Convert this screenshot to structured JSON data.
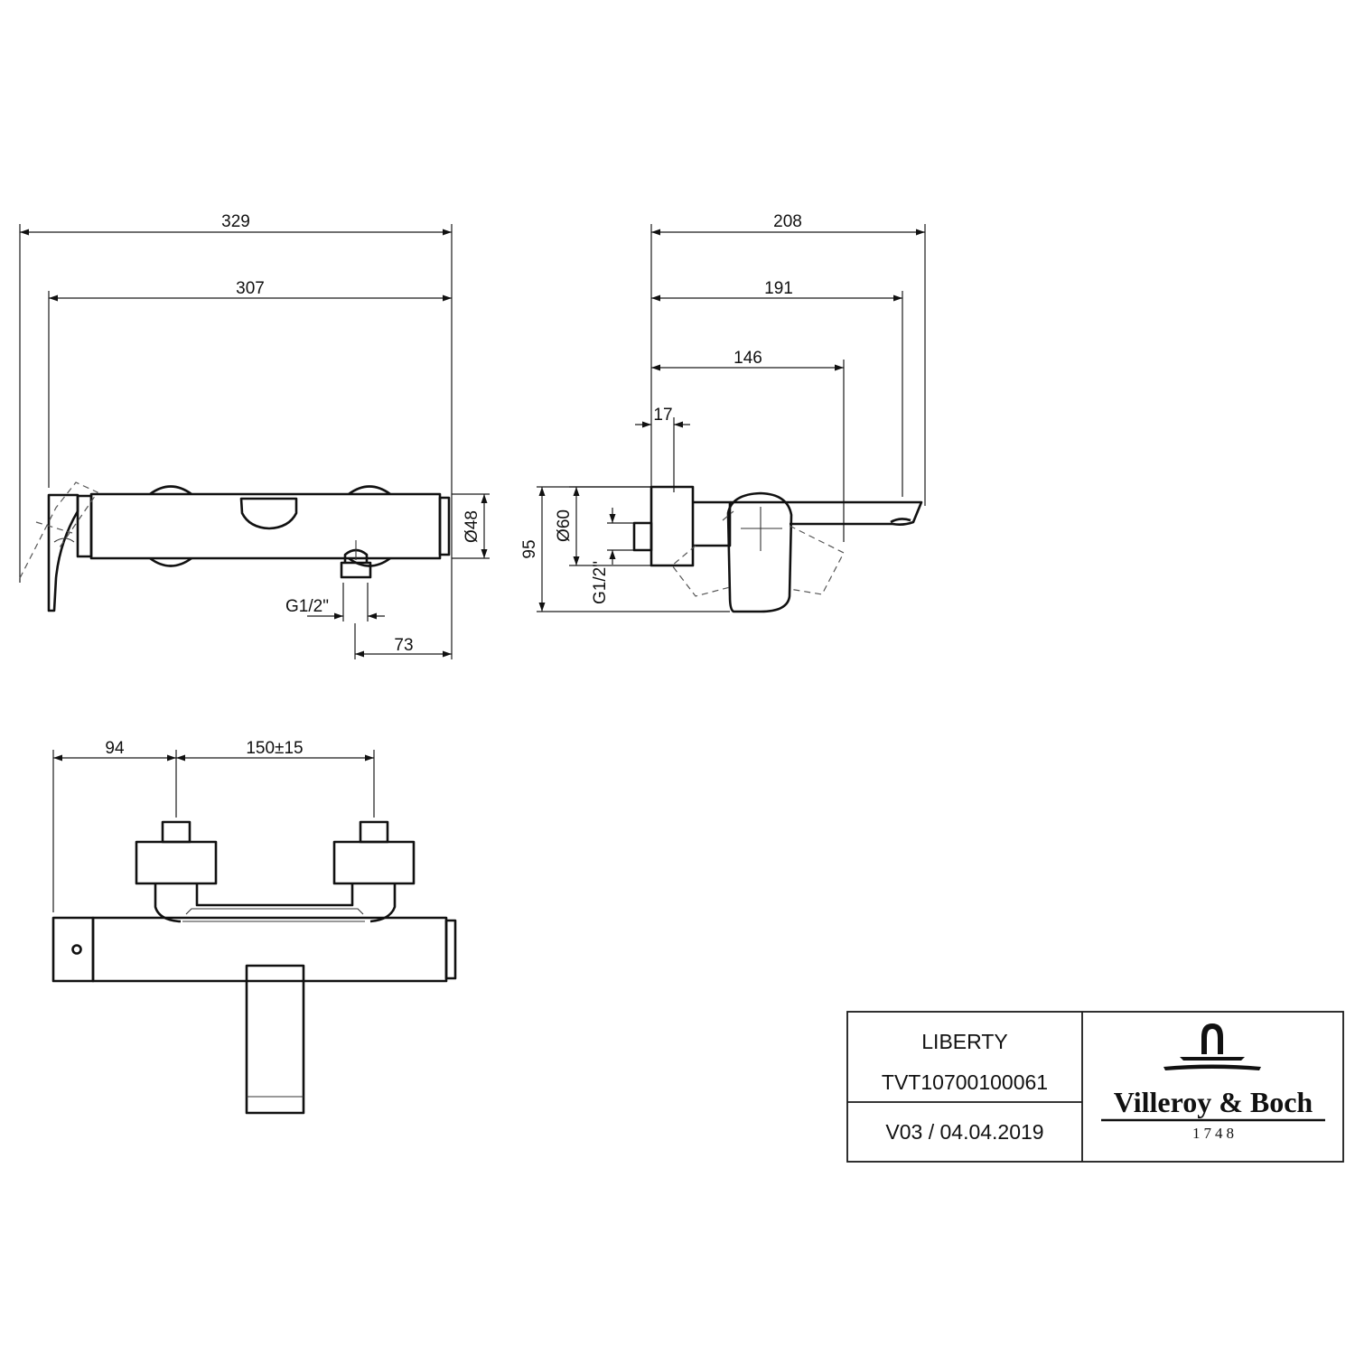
{
  "dimensions": {
    "front_overall_width": "329",
    "front_body_width": "307",
    "front_diameter": "Ø48",
    "front_thread": "G1/2\"",
    "front_outlet_offset": "73",
    "side_overall_depth": "208",
    "side_spout_depth": "191",
    "side_handle_depth": "146",
    "side_connector": "17",
    "side_height": "95",
    "side_diameter": "Ø60",
    "side_thread": "G1/2\"",
    "top_edge_offset": "94",
    "top_inlet_spacing": "150±15"
  },
  "title_block": {
    "product_name": "LIBERTY",
    "article_number": "TVT10700100061",
    "revision": "V03 / 04.04.2019"
  },
  "logo": {
    "brand": "Villeroy & Boch",
    "year": "1748"
  }
}
